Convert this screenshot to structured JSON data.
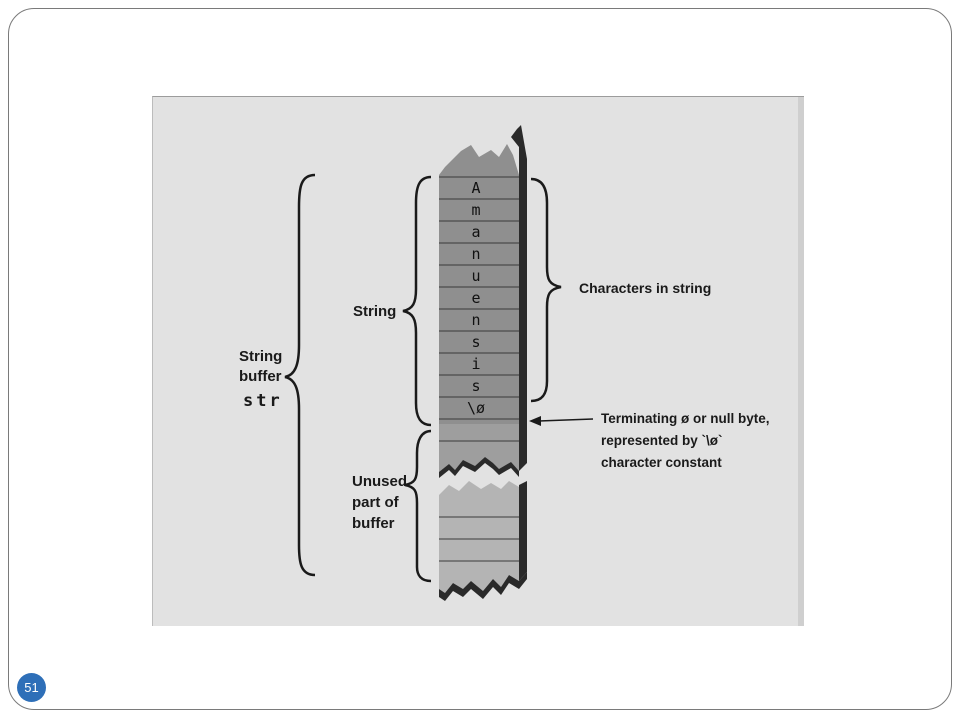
{
  "slide": {
    "page_number": "51"
  },
  "diagram": {
    "characters": [
      "A",
      "m",
      "a",
      "n",
      "u",
      "e",
      "n",
      "s",
      "i",
      "s",
      "\\ø"
    ],
    "labels": {
      "string_buffer_line1": "String",
      "string_buffer_line2": "buffer",
      "string_buffer_var": "str",
      "string": "String",
      "unused_line1": "Unused",
      "unused_line2": "part of",
      "unused_line3": "buffer",
      "characters_in_string": "Characters in string",
      "terminator_line1": "Terminating ø or null byte,",
      "terminator_line2": "represented by `\\ø`",
      "terminator_line3": "character constant"
    },
    "colors": {
      "string_cells": "#8f8f8f",
      "unused_cells": "#b4b4b4",
      "cell_shadow": "#2a2a2a"
    }
  }
}
